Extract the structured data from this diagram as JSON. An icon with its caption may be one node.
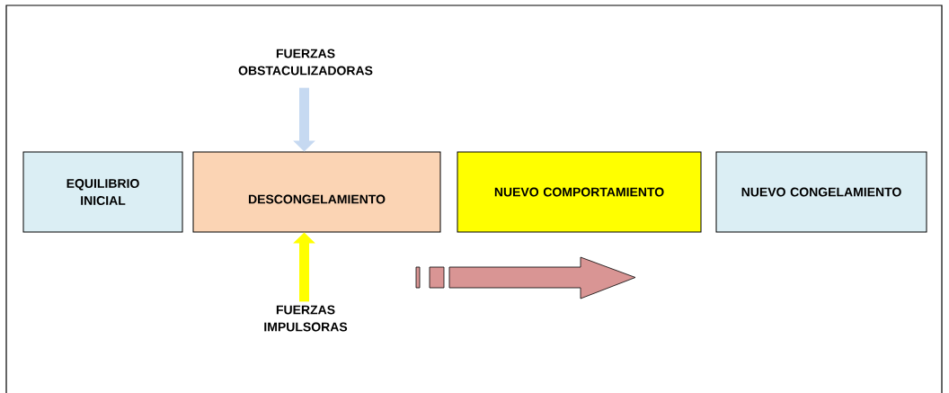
{
  "diagram": {
    "nodes": [
      {
        "text": [
          "EQUILIBRIO INICIAL"
        ]
      },
      {
        "text": [
          "DESCONGELAMIENTO"
        ]
      },
      {
        "text": [
          "NUEVO COMPORTAMIENTO"
        ]
      },
      {
        "text": [
          "NUEVO CONGELAMIENTO"
        ]
      },
      {
        "text": [
          "FUERZAS OBSTACULIZADORAS"
        ]
      },
      {
        "text": [
          "FUERZAS IMPULSORAS"
        ]
      }
    ],
    "edges": [
      {
        "from": 4,
        "to": 1,
        "arrow": "to",
        "color": "#c6d9f1"
      },
      {
        "from": 5,
        "to": 1,
        "arrow": "to",
        "color": "#ffff00"
      }
    ]
  }
}
